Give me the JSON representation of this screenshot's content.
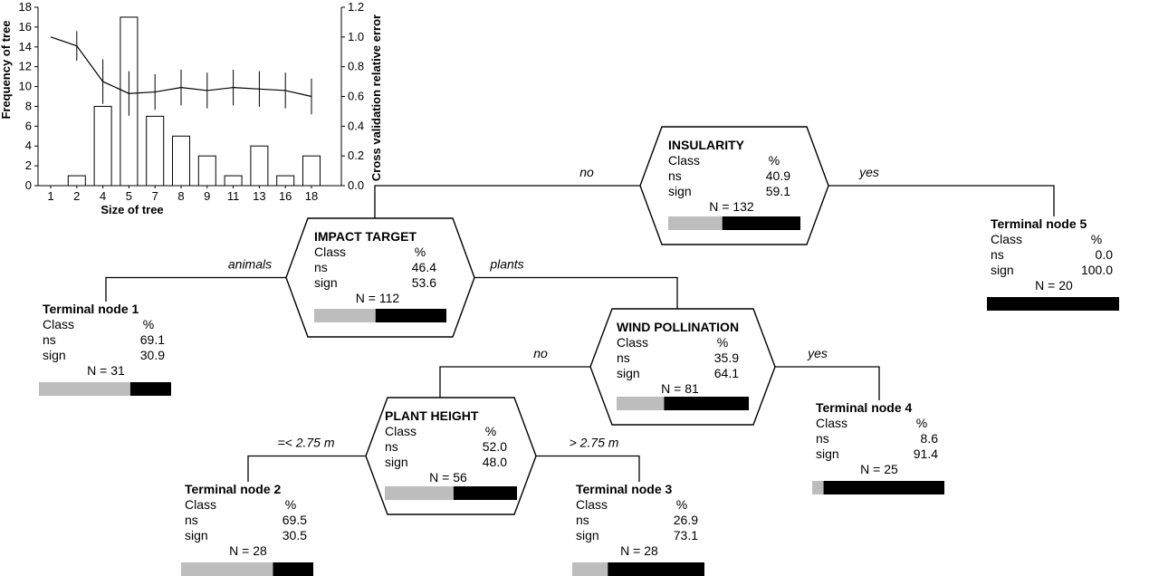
{
  "colors": {
    "ns": "#bdbdbd",
    "sign": "#000000",
    "line": "#000000"
  },
  "chart_data": {
    "type": "bar",
    "categories": [
      "1",
      "2",
      "4",
      "5",
      "7",
      "8",
      "9",
      "11",
      "13",
      "16",
      "18"
    ],
    "series": [
      {
        "kind": "bar",
        "axis": "left",
        "values": [
          0,
          1,
          8,
          17,
          7,
          5,
          3,
          1,
          4,
          1,
          3
        ]
      },
      {
        "kind": "line",
        "axis": "right",
        "values": [
          1.0,
          0.94,
          0.7,
          0.62,
          0.63,
          0.66,
          0.64,
          0.66,
          0.65,
          0.64,
          0.6
        ],
        "error": [
          0,
          0.1,
          0.15,
          0.15,
          0.12,
          0.12,
          0.12,
          0.12,
          0.12,
          0.12,
          0.12
        ]
      }
    ],
    "xlabel": "Size of tree",
    "ylabel": "Frequency of tree",
    "ylabel_right": "Cross validation relative error",
    "ylim": [
      0,
      18
    ],
    "ylim_right": [
      0,
      1.2
    ],
    "yticks": [
      "0",
      "2",
      "4",
      "6",
      "8",
      "10",
      "12",
      "14",
      "16",
      "18"
    ],
    "yticks_right": [
      "0.0",
      "0.2",
      "0.4",
      "0.6",
      "0.8",
      "1.0",
      "1.2"
    ],
    "grid": false,
    "legend": "none"
  },
  "tree": {
    "class_header": "Class",
    "pct_header": "%",
    "ns_label": "ns",
    "sign_label": "sign",
    "nodes": [
      {
        "id": "insularity",
        "title": "INSULARITY",
        "ns": "40.9",
        "sign": "59.1",
        "n_text": "N = 132",
        "ns_frac": 0.409
      },
      {
        "id": "impact-target",
        "title": "IMPACT TARGET",
        "ns": "46.4",
        "sign": "53.6",
        "n_text": "N = 112",
        "ns_frac": 0.464
      },
      {
        "id": "wind-pollination",
        "title": "WIND POLLINATION",
        "ns": "35.9",
        "sign": "64.1",
        "n_text": "N = 81",
        "ns_frac": 0.359
      },
      {
        "id": "plant-height",
        "title": "PLANT HEIGHT",
        "ns": "52.0",
        "sign": "48.0",
        "n_text": "N = 56",
        "ns_frac": 0.52
      },
      {
        "id": "terminal-1",
        "title": "Terminal node 1",
        "ns": "69.1",
        "sign": "30.9",
        "n_text": "N = 31",
        "ns_frac": 0.691
      },
      {
        "id": "terminal-2",
        "title": "Terminal node 2",
        "ns": "69.5",
        "sign": "30.5",
        "n_text": "N = 28",
        "ns_frac": 0.695
      },
      {
        "id": "terminal-3",
        "title": "Terminal node 3",
        "ns": "26.9",
        "sign": "73.1",
        "n_text": "N = 28",
        "ns_frac": 0.269
      },
      {
        "id": "terminal-4",
        "title": "Terminal node 4",
        "ns": "8.6",
        "sign": "91.4",
        "n_text": "N = 25",
        "ns_frac": 0.086
      },
      {
        "id": "terminal-5",
        "title": "Terminal node 5",
        "ns": "0.0",
        "sign": "100.0",
        "n_text": "N = 20",
        "ns_frac": 0.0
      }
    ],
    "edges": [
      {
        "id": "insularity-no",
        "label": "no"
      },
      {
        "id": "insularity-yes",
        "label": "yes"
      },
      {
        "id": "impact-animals",
        "label": "animals"
      },
      {
        "id": "impact-plants",
        "label": "plants"
      },
      {
        "id": "wind-no",
        "label": "no"
      },
      {
        "id": "wind-yes",
        "label": "yes"
      },
      {
        "id": "height-le",
        "label": "=< 2.75 m"
      },
      {
        "id": "height-gt",
        "label": "> 2.75 m"
      }
    ]
  }
}
